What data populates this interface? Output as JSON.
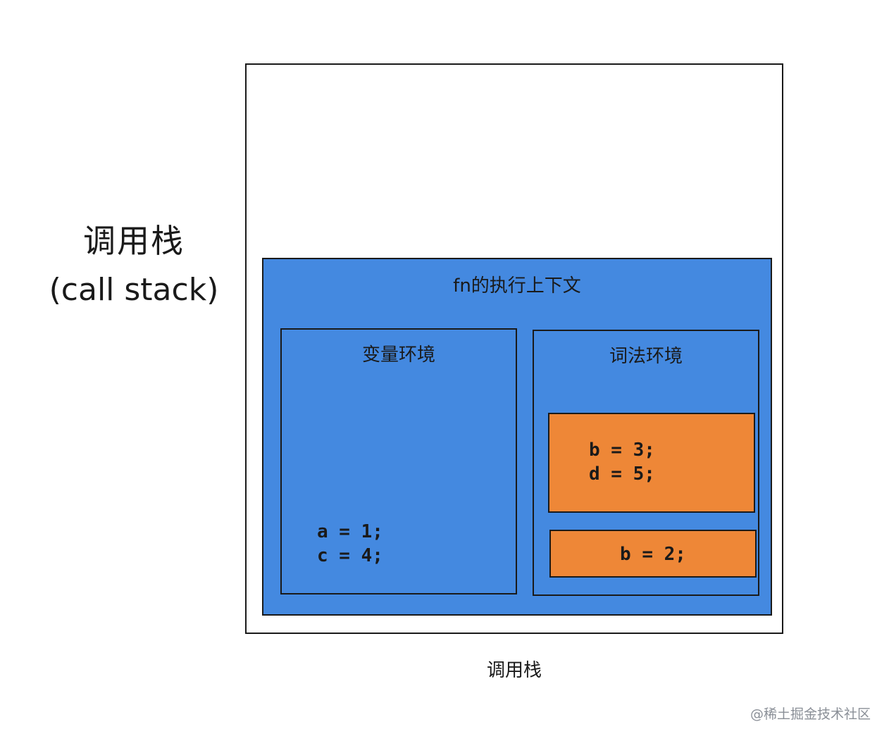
{
  "side_title": {
    "zh": "调用栈",
    "en": "(call stack)"
  },
  "call_stack": {
    "caption": "调用栈",
    "execution_context": {
      "title": "fn的执行上下文",
      "variable_environment": {
        "title": "变量环境",
        "bindings": [
          "a = 1;",
          "c = 4;"
        ]
      },
      "lexical_environment": {
        "title": "词法环境",
        "blocks": [
          {
            "bindings": [
              "b = 3;",
              "d = 5;"
            ]
          },
          {
            "bindings": [
              "b = 2;"
            ]
          }
        ]
      }
    }
  },
  "watermark": "@稀土掘金技术社区",
  "colors": {
    "context_fill": "#4489e0",
    "block_fill": "#ee8737",
    "stroke": "#1a1a1a"
  }
}
